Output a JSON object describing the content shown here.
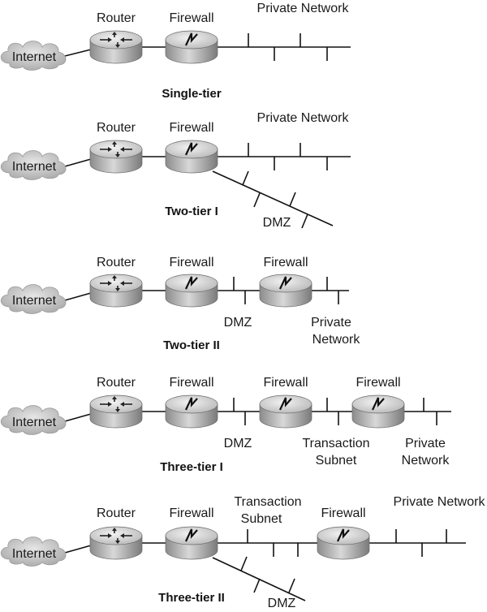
{
  "labels": {
    "internet": "Internet",
    "router": "Router",
    "firewall": "Firewall",
    "private_network": "Private Network",
    "private": "Private",
    "network": "Network",
    "dmz": "DMZ",
    "transaction": "Transaction",
    "subnet": "Subnet"
  },
  "diagrams": [
    {
      "title": "Single-tier"
    },
    {
      "title": "Two-tier I"
    },
    {
      "title": "Two-tier II"
    },
    {
      "title": "Three-tier I"
    },
    {
      "title": "Three-tier II"
    }
  ]
}
